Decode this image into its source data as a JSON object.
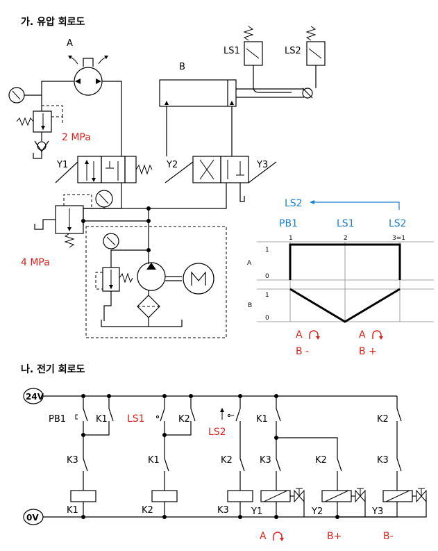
{
  "hydraulic": {
    "title": "가. 유압 회로도",
    "label_a": "A",
    "label_b": "B",
    "label_y1": "Y1",
    "label_y2": "Y2",
    "label_y3": "Y3",
    "label_ls1": "LS1",
    "label_ls2": "LS2",
    "pressure_relief": "2 MPa",
    "pressure_main": "4 MPa"
  },
  "sequence": {
    "ls2_arrow": "LS2",
    "headers": [
      "PB1",
      "LS1",
      "LS2"
    ],
    "steps": [
      "1",
      "2",
      "3=1"
    ],
    "row_a": "A",
    "row_b": "B",
    "one": "1",
    "zero": "0",
    "note_left_top": "A",
    "note_left_bottom": "B -",
    "note_right_top": "A",
    "note_right_bottom": "B +"
  },
  "electric": {
    "title": "나. 전기 회로도",
    "supply_top": "24V",
    "supply_bottom": "0V",
    "pb1": "PB1",
    "ls1": "LS1",
    "ls2": "LS2",
    "k1": "K1",
    "k2": "K2",
    "k3": "K3",
    "y1": "Y1",
    "y2": "Y2",
    "y3": "Y3",
    "out_a": "A",
    "out_bplus": "B+",
    "out_bminus": "B-"
  }
}
